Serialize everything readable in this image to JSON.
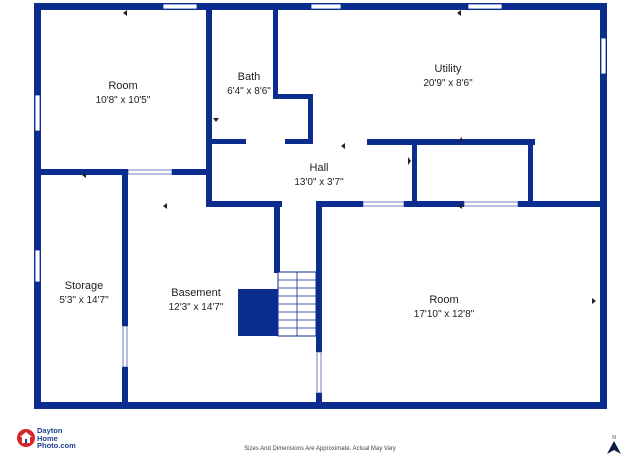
{
  "colors": {
    "wall": "#0b2d8f",
    "window": "#ffffff",
    "logo_red": "#d6262c",
    "logo_blue": "#1f3f8f"
  },
  "rooms": [
    {
      "id": "room-1",
      "name": "Room",
      "dims": "10'8\" x 10'5\""
    },
    {
      "id": "bath",
      "name": "Bath",
      "dims": "6'4\" x 8'6\""
    },
    {
      "id": "utility",
      "name": "Utility",
      "dims": "20'9\" x 8'6\""
    },
    {
      "id": "hall",
      "name": "Hall",
      "dims": "13'0\" x 3'7\""
    },
    {
      "id": "storage",
      "name": "Storage",
      "dims": "5'3\" x 14'7\""
    },
    {
      "id": "basement",
      "name": "Basement",
      "dims": "12'3\" x 14'7\""
    },
    {
      "id": "room-2",
      "name": "Room",
      "dims": "17'10\" x 12'8\""
    }
  ],
  "logo": {
    "line1": "Dayton",
    "line2": "Home",
    "line3": "Photo.com"
  },
  "footer": {
    "note": "Sizes And Dimensions Are Approximate. Actual May Vary"
  },
  "compass": {
    "label": "N"
  }
}
